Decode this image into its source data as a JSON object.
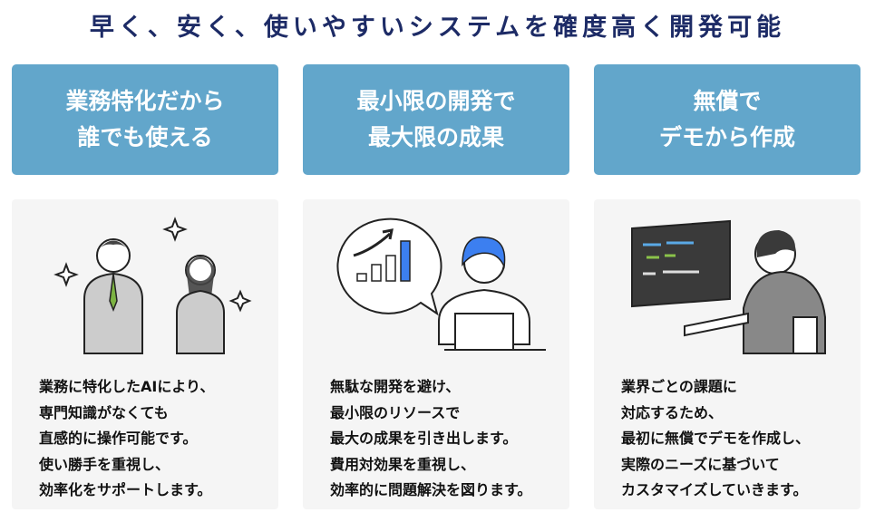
{
  "title": "早く、安く、使いやすいシステムを確度高く開発可能",
  "colors": {
    "title": "#1d2b66",
    "header": "#62a6cb",
    "card": "#f5f5f5"
  },
  "columns": [
    {
      "heading": [
        "業務特化だから",
        "誰でも使える"
      ],
      "icon": "business-people-illustration",
      "lines": [
        "業務に特化したAIにより、",
        "専門知識がなくても",
        "直感的に操作可能です。",
        "使い勝手を重視し、",
        "効率化をサポートします。"
      ]
    },
    {
      "heading": [
        "最小限の開発で",
        "最大限の成果"
      ],
      "icon": "growth-chart-illustration",
      "lines": [
        "無駄な開発を避け、",
        "最小限のリソースで",
        "最大の成果を引き出します。",
        "費用対効果を重視し、",
        "効率的に問題解決を図ります。"
      ]
    },
    {
      "heading": [
        "無償で",
        "デモから作成"
      ],
      "icon": "developer-coding-illustration",
      "lines": [
        "業界ごとの課題に",
        "対応するため、",
        "最初に無償でデモを作成し、",
        "実際のニーズに基づいて",
        "カスタマイズしていきます。"
      ]
    }
  ]
}
